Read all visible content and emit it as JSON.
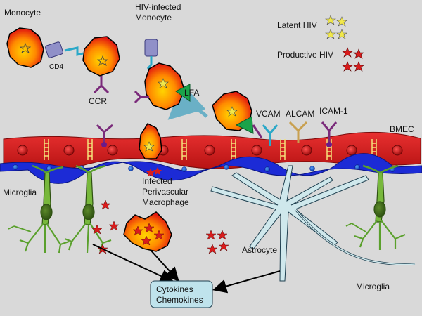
{
  "labels": {
    "monocyte": "Monocyte",
    "hiv_infected_line1": "HIV-infected",
    "hiv_infected_line2": "Monocyte",
    "cd4": "CD4",
    "ccr": "CCR",
    "lfa": "LFA",
    "vcam": "VCAM",
    "alcam": "ALCAM",
    "icam": "ICAM-1",
    "bmec": "BMEC",
    "infected_line1": "Infected",
    "infected_line2": "Perivascular",
    "infected_line3": "Macrophage",
    "microglia_left": "Microglia",
    "microglia_right": "Microglia",
    "astrocyte": "Astrocyte",
    "latent_hiv": "Latent HIV",
    "productive_hiv": "Productive HIV",
    "cytokines": "Cytokines",
    "chemokines": "Chemokines"
  },
  "colors": {
    "background": "#d9d9d9",
    "endothelial": "#d41e1e",
    "nucleus": "#c01010",
    "basement": "#1c2bd6",
    "microglia": "#5aa02c",
    "astrocyte": "#cfe8ec",
    "latent_virus": "#f2e84a",
    "productive_virus": "#d91c1c",
    "cytokine_box": "#bfe3ec"
  }
}
